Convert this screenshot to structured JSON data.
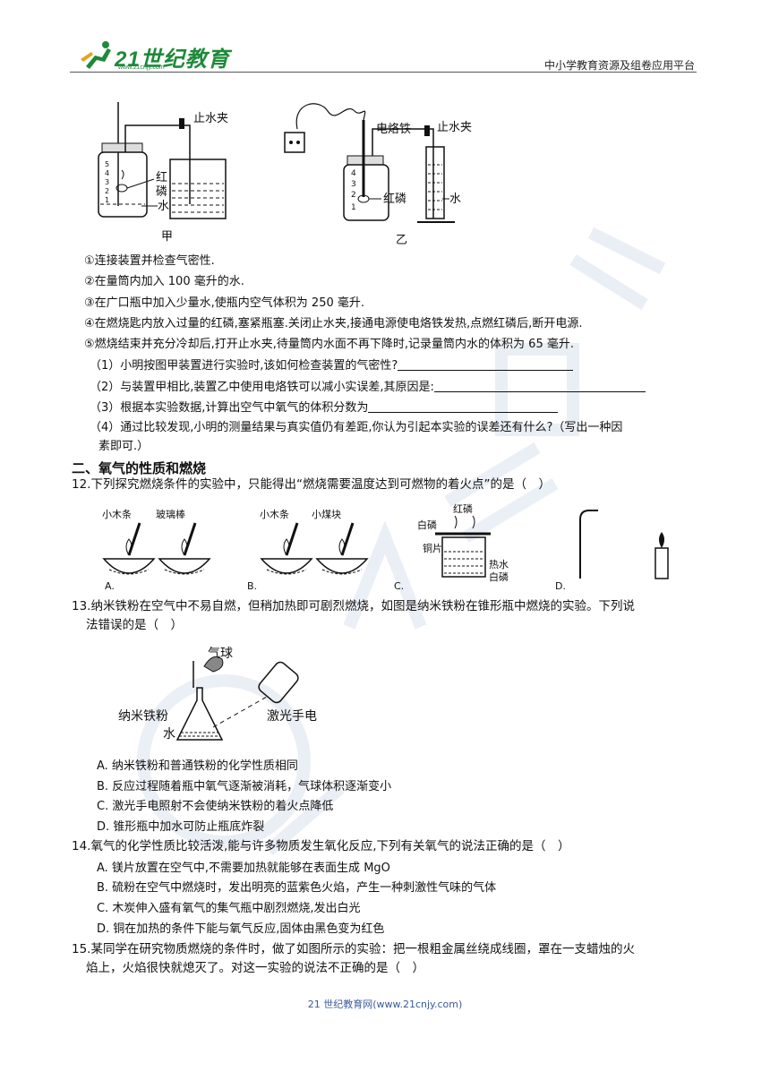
{
  "header": {
    "logo_text": "21世纪教育",
    "logo_url": "www.21cnjy.com",
    "platform": "中小学教育资源及组卷应用平台"
  },
  "figure_top": {
    "jia": {
      "label_clamp": "止水夹",
      "label_phosphorus_1": "红",
      "label_phosphorus_2": "磷",
      "label_water": "水",
      "caption": "甲",
      "marks": [
        "1",
        "2",
        "3",
        "4",
        "5"
      ]
    },
    "yi": {
      "label_iron": "电烙铁",
      "label_clamp": "止水夹",
      "label_phosphorus": "红磷",
      "label_water": "水",
      "caption": "乙",
      "marks": [
        "1",
        "2",
        "3",
        "4"
      ]
    }
  },
  "steps": [
    "①连接装置并检查气密性.",
    "②在量筒内加入 100 毫升的水.",
    "③在广口瓶中加入少量水,使瓶内空气体积为 250 毫升.",
    "④在燃烧匙内放入过量的红磷,塞紧瓶塞.关闭止水夹,接通电源使电烙铁发热,点燃红磷后,断开电源.",
    "⑤燃烧结束并充分冷却后,打开止水夹,待量筒内水面不再下降时,记录量筒内水的体积为 65 毫升."
  ],
  "subquestions": [
    "（1）小明按图甲装置进行实验时,该如何检查装置的气密性?",
    "（2）与装置甲相比,装置乙中使用电烙铁可以减小实误差,其原因是:",
    "（3）根据本实验数据,计算出空气中氧气的体积分数为",
    "（4）通过比较发现,小明的测量结果与真实值仍有差距,你认为引起本实验的误差还有什么?（写出一种因",
    "素即可.）"
  ],
  "section2": "二、氧气的性质和燃烧",
  "q12": {
    "stem": "12.下列探究燃烧条件的实验中，只能得出“燃烧需要温度达到可燃物的着火点”的是（　）",
    "labels": {
      "a1": "小木条",
      "a2": "玻璃棒",
      "b1": "小木条",
      "b2": "小煤块",
      "c_red": "红磷",
      "c_white_top": "白磷",
      "c_copper": "铜片",
      "c_hot": "热水",
      "c_white_bottom": "白磷"
    },
    "options": [
      "A.",
      "B.",
      "C.",
      "D."
    ]
  },
  "q13": {
    "stem_1": "13.纳米铁粉在空气中不易自燃，但稍加热即可剧烈燃烧，如图是纳米铁粉在锥形瓶中燃烧的实验。下列说",
    "stem_2": "法错误的是（　）",
    "labels": {
      "balloon": "气球",
      "iron": "纳米铁粉",
      "water": "水",
      "laser": "激光手电"
    },
    "options": [
      "A. 纳米铁粉和普通铁粉的化学性质相同",
      "B. 反应过程随着瓶中氧气逐渐被消耗，气球体积逐渐变小",
      "C. 激光手电照射不会使纳米铁粉的着火点降低",
      "D. 锥形瓶中加水可防止瓶底炸裂"
    ]
  },
  "q14": {
    "stem": "14.氧气的化学性质比较活泼,能与许多物质发生氧化反应,下列有关氧气的说法正确的是（　）",
    "options": [
      "A. 镁片放置在空气中,不需要加热就能够在表面生成 MgO",
      "B. 硫粉在空气中燃烧时，发出明亮的蓝紫色火焰，产生一种刺激性气味的气体",
      "C. 木炭伸入盛有氧气的集气瓶中剧烈燃烧,发出白光",
      "D. 铜在加热的条件下能与氧气反应,固体由黑色变为红色"
    ]
  },
  "q15": {
    "stem_1": "15.某同学在研究物质燃烧的条件时，做了如图所示的实验：把一根粗金属丝绕成线圈，罩在一支蜡烛的火",
    "stem_2": "焰上，火焰很快就熄灭了。对这一实验的说法不正确的是（　）"
  },
  "footer": "21 世纪教育网(www.21cnjy.com)"
}
